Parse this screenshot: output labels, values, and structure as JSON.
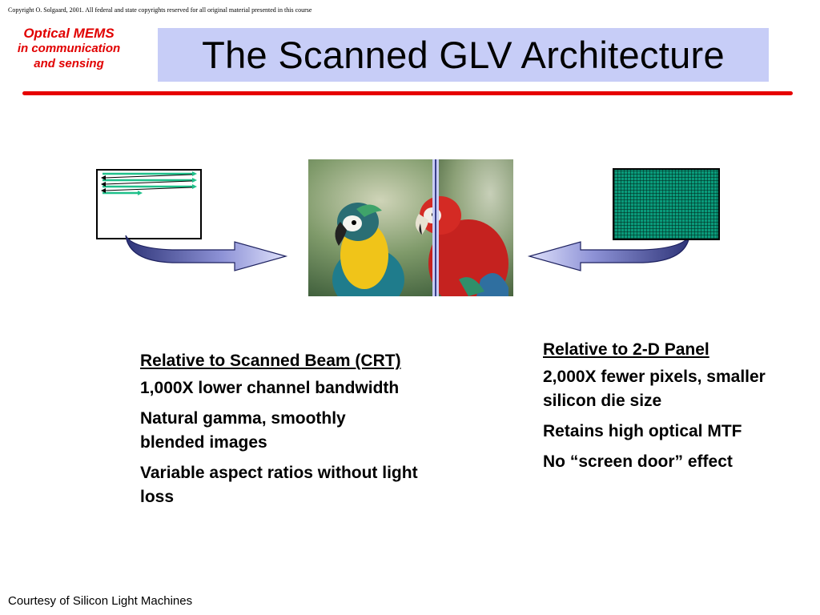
{
  "copyright": "Copyright O. Solgaard, 2001. All federal and state copyrights reserved for all original material presented in this course",
  "brand": {
    "line1": "Optical MEMS",
    "line2": "in communication",
    "line3": "and sensing"
  },
  "title": "The Scanned GLV Architecture",
  "left_column": {
    "heading": "Relative to Scanned Beam (CRT)",
    "items": [
      "1,000X lower channel bandwidth",
      "Natural gamma, smoothly blended images",
      "Variable aspect ratios without light loss"
    ]
  },
  "right_column": {
    "heading": "Relative to 2-D Panel",
    "items": [
      "2,000X fewer pixels, smaller silicon die size",
      "Retains high optical MTF",
      "No “screen door” effect"
    ]
  },
  "footer": "Courtesy of Silicon Light Machines",
  "colors": {
    "brand_red": "#e10000",
    "title_bg": "#c7cdf7",
    "rule_red": "#e60000",
    "panel_green": "#0a9a7a",
    "arrow_fill": "#8a8fd0"
  },
  "icons": [
    "crt-scan-diagram-icon",
    "pixel-panel-diagram-icon",
    "curved-arrow-right-icon",
    "curved-arrow-left-icon"
  ]
}
